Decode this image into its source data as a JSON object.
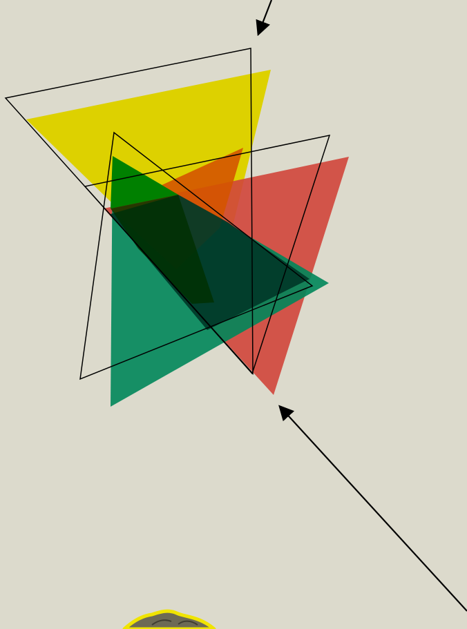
{
  "background": "#dcdacc",
  "shapes": [
    {
      "id": "yellow-triangle",
      "fill": "#ddd100",
      "opacity": 1.0
    },
    {
      "id": "red-triangle",
      "fill": "#d0453b",
      "opacity": 0.85
    },
    {
      "id": "green-triangle",
      "fill": "#00865a",
      "opacity": 0.9
    }
  ],
  "overlap_colors": {
    "yellow_red": "#d45400",
    "yellow_green": "#008000",
    "red_green": "#013828",
    "all": "#003000"
  },
  "outline_color": "#000000",
  "arrow_color": "#000000",
  "creature_outline_color": "#f0e400",
  "creature_fill_color": "#6d6a55"
}
